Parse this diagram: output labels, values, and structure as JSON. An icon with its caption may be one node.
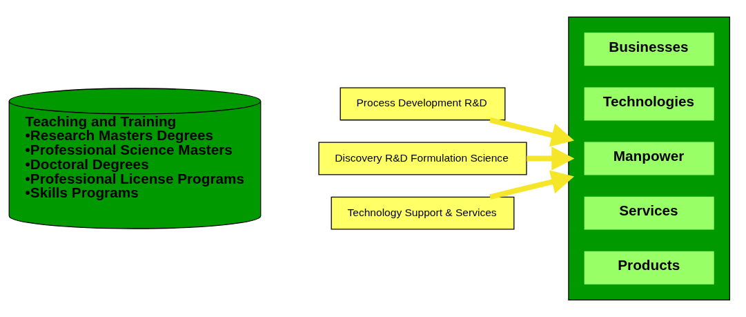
{
  "diagram": {
    "nodes": [
      {
        "text": [
          "Teaching and Training",
          "•Research Masters Degrees",
          "•Professional Science Masters",
          "•Doctoral Degrees",
          "•Professional License Programs",
          "•Skills Programs"
        ]
      },
      {
        "text": [
          "Process Development R&D"
        ]
      },
      {
        "text": [
          "Discovery R&D Formulation Science"
        ]
      },
      {
        "text": [
          "Technology Support & Services"
        ]
      },
      {
        "text": [],
        "shape": "arrow"
      },
      {
        "text": [
          "Businesses"
        ],
        "in": 4
      },
      {
        "text": [
          "Technologies"
        ],
        "in": 4
      },
      {
        "text": [
          "Manpower"
        ],
        "in": 4
      },
      {
        "text": [
          "Services"
        ],
        "in": 4
      },
      {
        "text": [
          "Products"
        ],
        "in": 4
      }
    ],
    "edges": [
      {
        "from": 1,
        "to": 4,
        "arrow": "to"
      },
      {
        "from": 2,
        "to": 4,
        "arrow": "to"
      },
      {
        "from": 3,
        "to": 4,
        "arrow": "to"
      }
    ]
  }
}
